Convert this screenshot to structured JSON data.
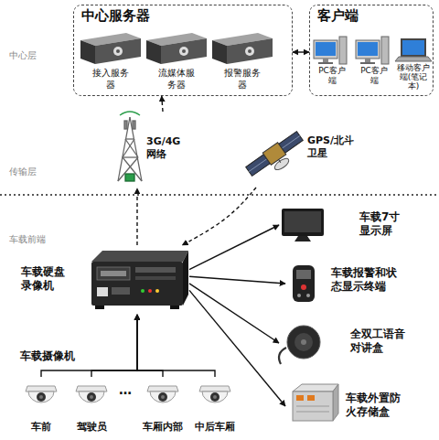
{
  "diagram": {
    "nodes": [
      {
        "text": [
          "中心服务器"
        ]
      },
      {
        "text": [
          "接入服务器"
        ],
        "in": 0
      },
      {
        "text": [
          "流媒体服务器"
        ],
        "in": 0
      },
      {
        "text": [
          "报警服务器"
        ],
        "in": 0
      },
      {
        "text": [
          "客户端"
        ]
      },
      {
        "text": [
          "PC客户端"
        ],
        "in": 4
      },
      {
        "text": [
          "PC客户端"
        ],
        "in": 4
      },
      {
        "text": [
          "移动客户端(笔记本)"
        ],
        "in": 4
      },
      {
        "text": [
          "3G/4G 网络"
        ]
      },
      {
        "text": [
          "GPS/北斗 卫星"
        ]
      },
      {
        "text": [
          "车载硬盘录像机"
        ]
      },
      {
        "text": [
          "车载7寸显示屏"
        ]
      },
      {
        "text": [
          "车载报警和状态显示终端"
        ]
      },
      {
        "text": [
          "全双工语音对讲盒"
        ]
      },
      {
        "text": [
          "车载外置防火存储盒"
        ]
      },
      {
        "text": [
          "车前"
        ]
      },
      {
        "text": [
          "驾驶员"
        ]
      },
      {
        "text": [
          "车厢内部"
        ]
      },
      {
        "text": [
          "中后车厢"
        ]
      }
    ],
    "edges": [
      {
        "from": 0,
        "to": 4,
        "arrow": "both"
      },
      {
        "from": 10,
        "to": 8,
        "arrow": "to"
      },
      {
        "from": 8,
        "to": 0,
        "arrow": "to"
      },
      {
        "from": 9,
        "to": 10,
        "arrow": "to"
      },
      {
        "from": 10,
        "to": 11,
        "arrow": "to"
      },
      {
        "from": 10,
        "to": 12,
        "arrow": "to"
      },
      {
        "from": 10,
        "to": 13,
        "arrow": "to"
      },
      {
        "from": 10,
        "to": 14,
        "arrow": "to"
      },
      {
        "from": 15,
        "to": 10,
        "arrow": "to"
      },
      {
        "from": 16,
        "to": 10,
        "arrow": "to"
      },
      {
        "from": 17,
        "to": 10,
        "arrow": "to"
      },
      {
        "from": 18,
        "to": 10,
        "arrow": "to"
      }
    ],
    "labels": [
      "中心层",
      "传输层",
      "车载前端",
      "车载摄像机",
      "…"
    ]
  }
}
